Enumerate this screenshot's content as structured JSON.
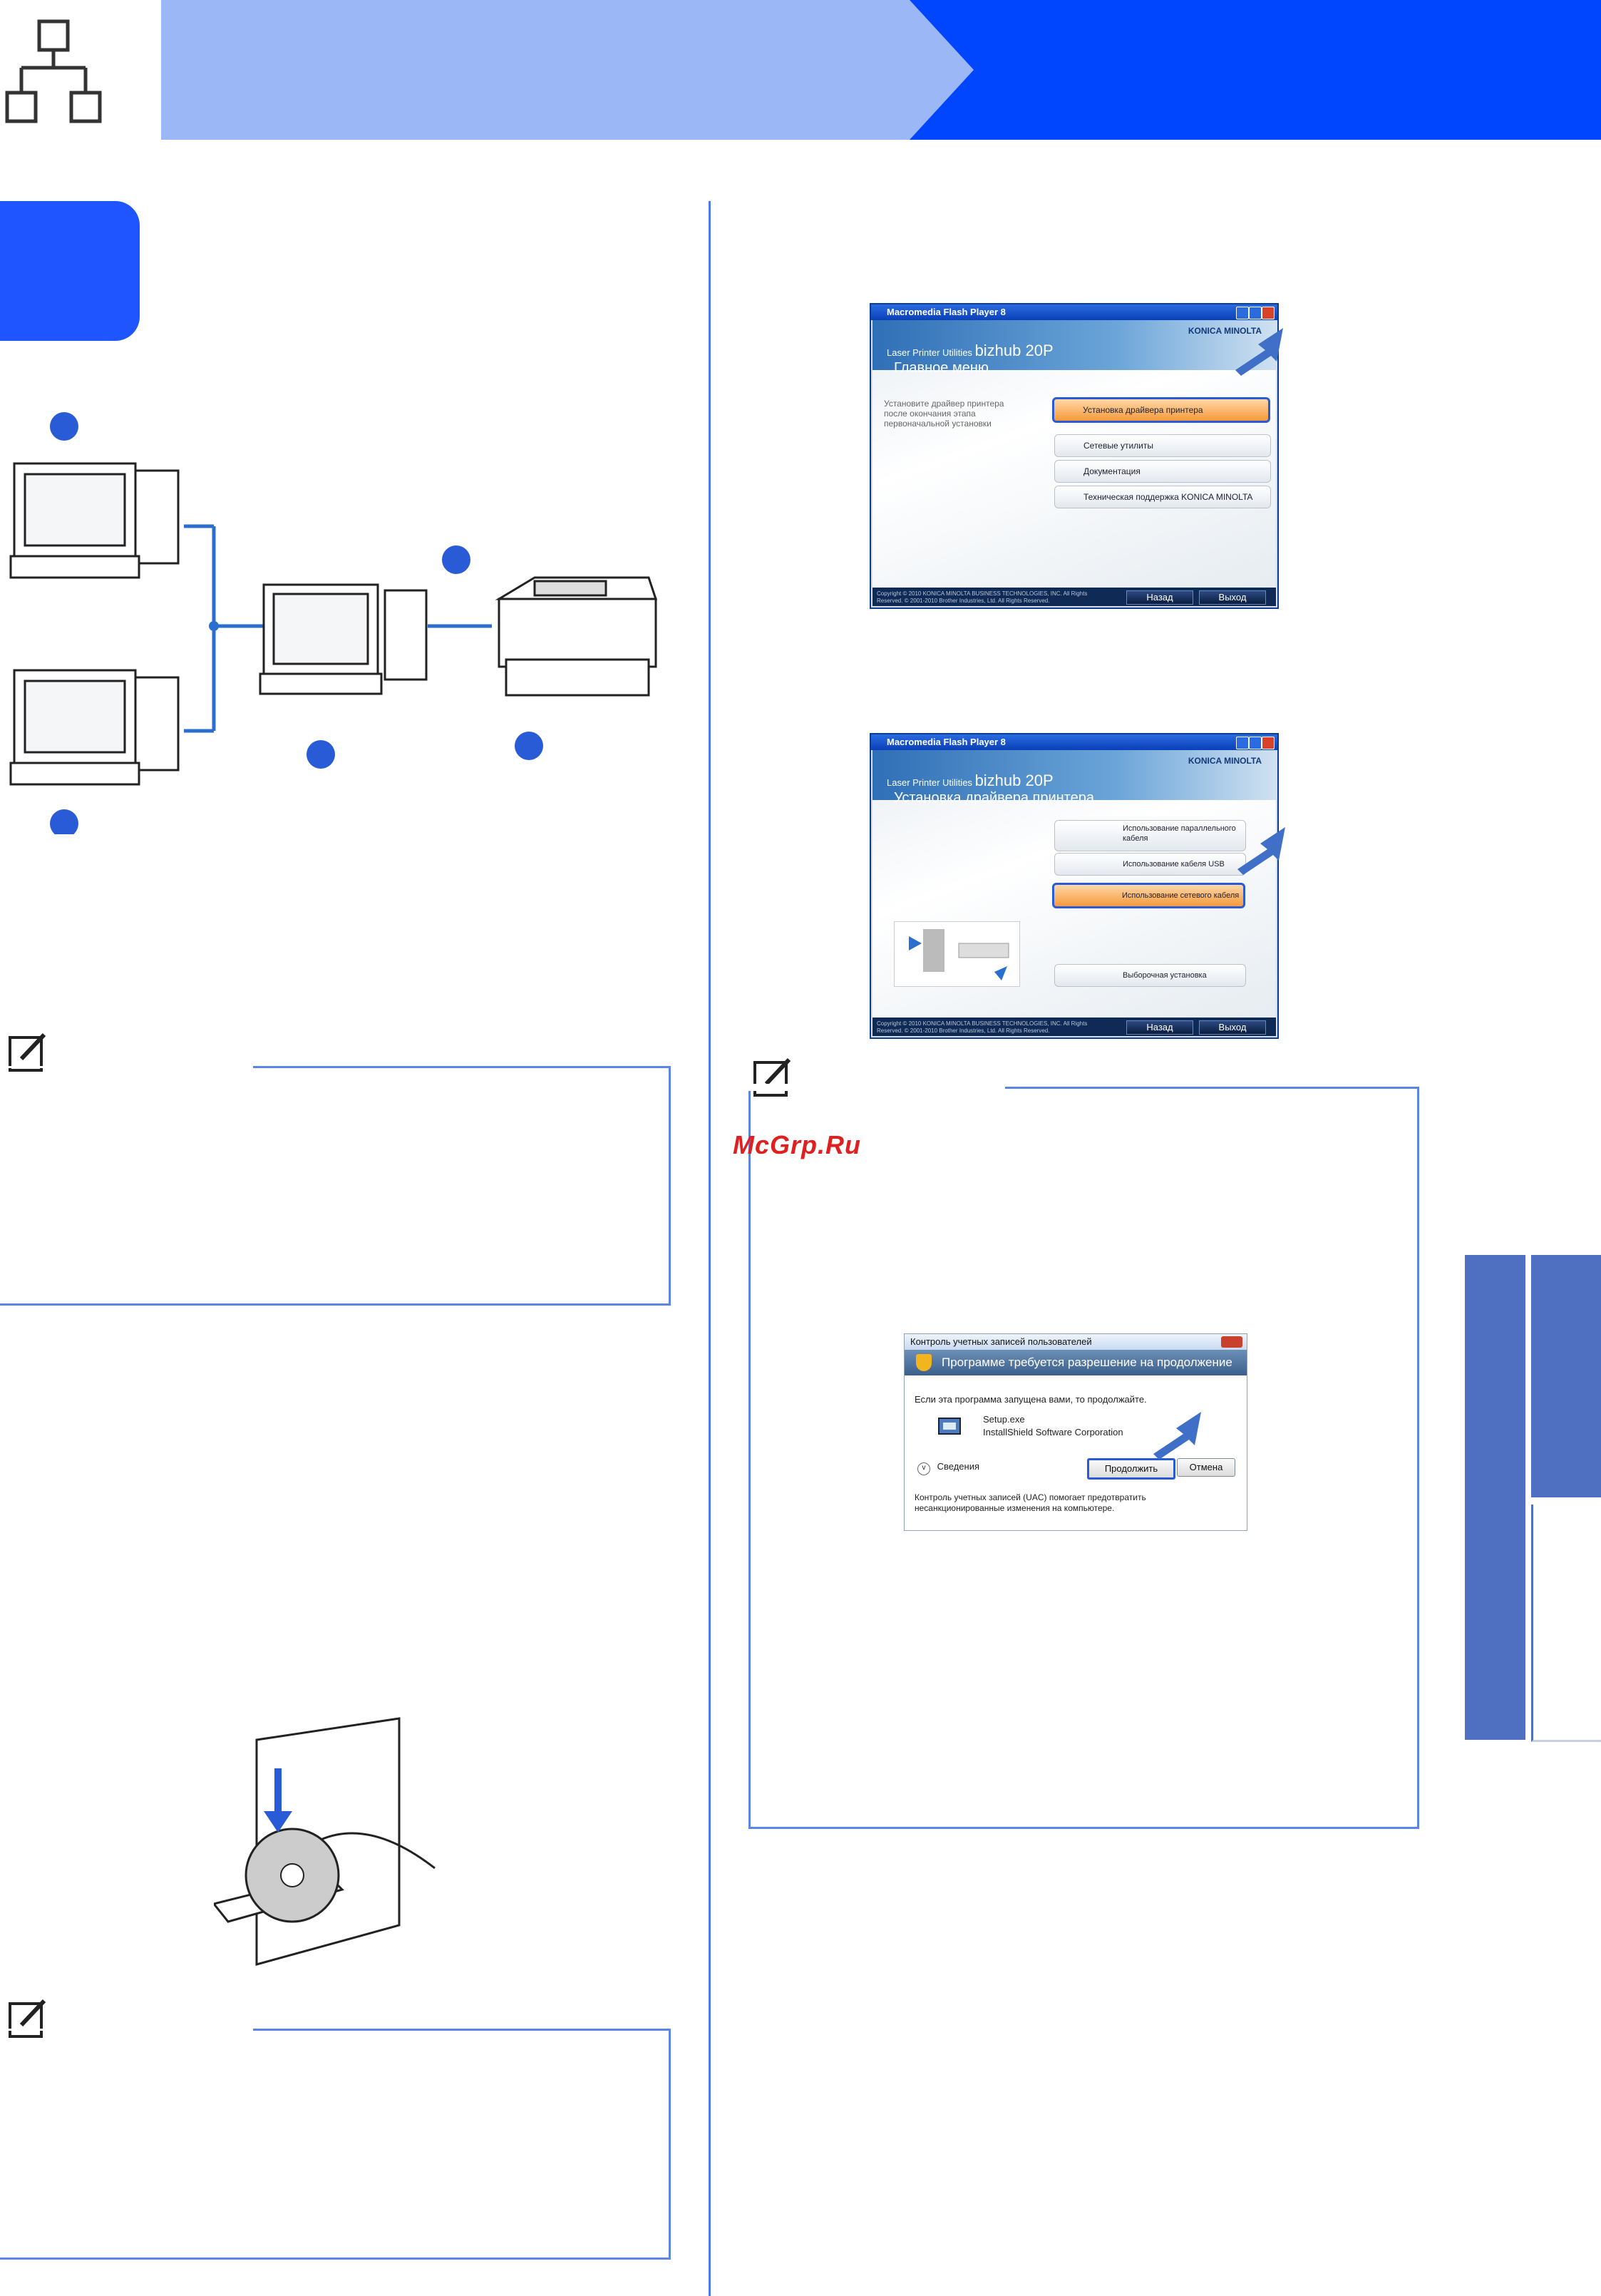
{
  "watermark": "McGrp.Ru",
  "installer_main_menu": {
    "window_title": "Macromedia Flash Player 8",
    "brand": "KONICA MINOLTA",
    "product_line": "Laser Printer Utilities",
    "product": "bizhub 20P",
    "heading": "Главное меню",
    "description": "Установите драйвер принтера после окончания этапа первоначальной установки",
    "items": [
      "Установка драйвера принтера",
      "Сетевые утилиты",
      "Документация",
      "Техническая поддержка KONICA MINOLTA"
    ],
    "copyright": "Copyright © 2010 KONICA MINOLTA BUSINESS TECHNOLOGIES, INC. All Rights Reserved. © 2001-2010 Brother Industries, Ltd. All Rights Reserved.",
    "back_label": "Назад",
    "exit_label": "Выход"
  },
  "installer_driver_menu": {
    "window_title": "Macromedia Flash Player 8",
    "brand": "KONICA MINOLTA",
    "product_line": "Laser Printer Utilities",
    "product": "bizhub 20P",
    "heading": "Установка драйвера принтера",
    "items": [
      "Использование параллельного кабеля",
      "Использование кабеля USB",
      "Использование сетевого кабеля",
      "Выборочная установка"
    ],
    "copyright": "Copyright © 2010 KONICA MINOLTA BUSINESS TECHNOLOGIES, INC. All Rights Reserved. © 2001-2010 Brother Industries, Ltd. All Rights Reserved.",
    "back_label": "Назад",
    "exit_label": "Выход"
  },
  "uac_dialog": {
    "title": "Контроль учетных записей пользователей",
    "banner": "Программе требуется разрешение на продолжение",
    "prompt": "Если эта программа запущена вами, то продолжайте.",
    "program_name": "Setup.exe",
    "publisher": "InstallShield Software Corporation",
    "details_label": "Сведения",
    "continue_label": "Продолжить",
    "cancel_label": "Отмена",
    "footer": "Контроль учетных записей (UAC) помогает предотвратить несанкционированные изменения на компьютере."
  },
  "colors": {
    "accent": "#1e55ff",
    "note_border": "#5b86e8",
    "divider": "#4f7be8",
    "highlight": "#f59a3a"
  }
}
